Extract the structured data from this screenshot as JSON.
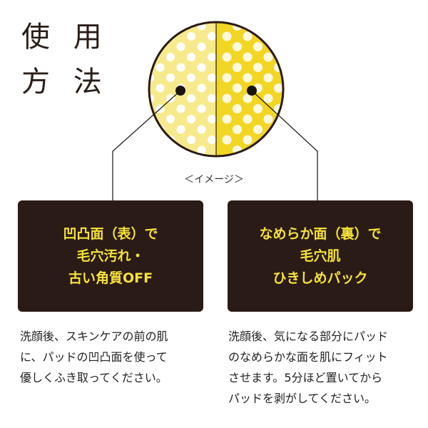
{
  "title": {
    "line1": "使 用",
    "line2": "方 法"
  },
  "caption": "＜イメージ＞",
  "colors": {
    "card_bg": "#2a1b16",
    "card_text": "#f6e23a",
    "pad_light": "#f7ea8c",
    "pad_dark": "#f2d624"
  },
  "cards": [
    {
      "lines": [
        "凹凸面（表）で",
        "毛穴汚れ・",
        "古い角質OFF"
      ]
    },
    {
      "lines": [
        "なめらか面（裏）で",
        "毛穴肌",
        "ひきしめパック"
      ]
    }
  ],
  "descriptions": [
    {
      "lines": [
        "洗顔後、スキンケアの前の肌",
        "に、パッドの凹凸面を使って",
        "優しくふき取ってください。"
      ]
    },
    {
      "lines": [
        "洗顔後、気になる部分にパッド",
        "のなめらかな面を肌にフィット",
        "させます。5分ほど置いてから",
        "パッドを剥がしてください。"
      ]
    }
  ]
}
